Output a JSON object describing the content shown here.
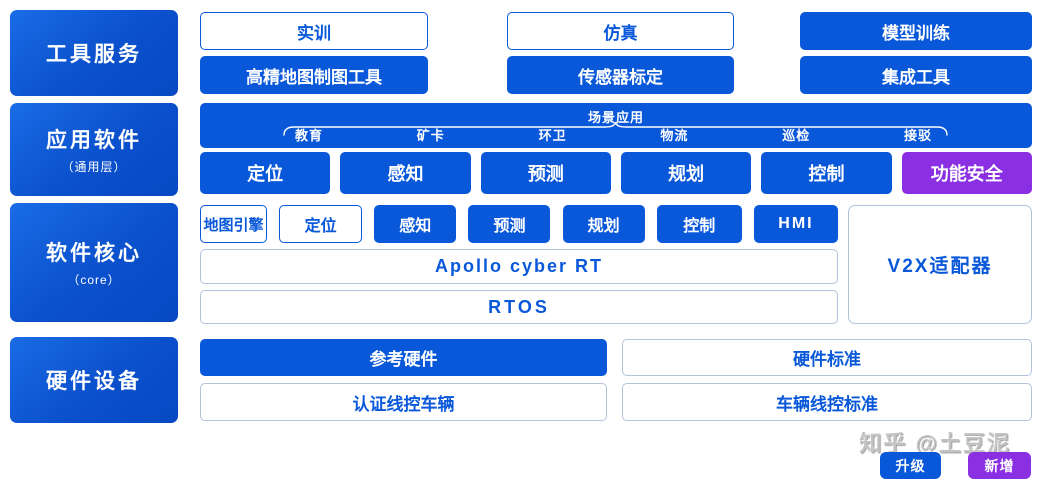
{
  "colors": {
    "primary_blue": "#0958da",
    "accent_purple": "#8a2fe2",
    "light_border": "#b4c3dc",
    "watermark_gray": "#c3c3c3"
  },
  "sections": {
    "tools": {
      "title": "工具服务",
      "columns": [
        {
          "top": {
            "label": "实训"
          },
          "bottom": {
            "label": "高精地图制图工具"
          }
        },
        {
          "top": {
            "label": "仿真"
          },
          "bottom": {
            "label": "传感器标定"
          }
        },
        {
          "top": {
            "label": "模型训练"
          },
          "bottom": {
            "label": "集成工具"
          }
        }
      ]
    },
    "apps": {
      "title": "应用软件",
      "subtitle": "（通用层）",
      "scene_bar": {
        "title": "场景应用",
        "items": [
          "教育",
          "矿卡",
          "环卫",
          "物流",
          "巡检",
          "接驳"
        ]
      },
      "modules": [
        {
          "label": "定位"
        },
        {
          "label": "感知"
        },
        {
          "label": "预测"
        },
        {
          "label": "规划"
        },
        {
          "label": "控制"
        },
        {
          "label": "功能安全"
        }
      ]
    },
    "core": {
      "title": "软件核心",
      "subtitle": "（core）",
      "modules": [
        {
          "label": "地图引擎"
        },
        {
          "label": "定位"
        },
        {
          "label": "感知"
        },
        {
          "label": "预测"
        },
        {
          "label": "规划"
        },
        {
          "label": "控制"
        },
        {
          "label": "HMI"
        }
      ],
      "platforms": [
        "Apollo cyber RT",
        "RTOS"
      ],
      "side_box": "V2X适配器"
    },
    "hardware": {
      "title": "硬件设备",
      "cells": [
        {
          "label": "参考硬件"
        },
        {
          "label": "硬件标准"
        },
        {
          "label": "认证线控车辆"
        },
        {
          "label": "车辆线控标准"
        }
      ]
    }
  },
  "footer": {
    "watermark": "知乎 @土豆泥",
    "buttons": [
      {
        "label": "升级",
        "color": "#0958da"
      },
      {
        "label": "新增",
        "color": "#8a2fe2"
      }
    ]
  }
}
